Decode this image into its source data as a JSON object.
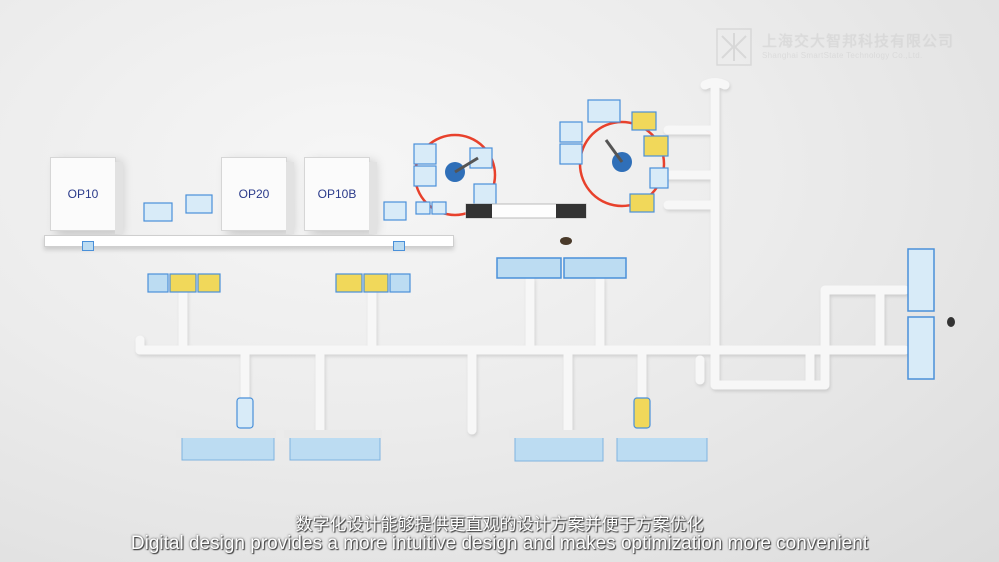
{
  "logo": {
    "cn": "上海交大智邦科技有限公司",
    "en": "Shanghai SmartState Technology Co.,Ltd."
  },
  "machines": [
    {
      "label": "OP10"
    },
    {
      "label": "OP20"
    },
    {
      "label": "OP10B"
    }
  ],
  "subtitle": {
    "cn": "数字化设计能够提供更直观的设计方案并便于方案优化",
    "en": "Digital design provides a more intuitive design and makes optimization more convenient"
  },
  "colors": {
    "blue_fill": "#bcdcf2",
    "blue_border": "#4a90d9",
    "yellow": "#f1d85a",
    "robot_ring": "#e8412c",
    "track": "#f5f5f5"
  }
}
